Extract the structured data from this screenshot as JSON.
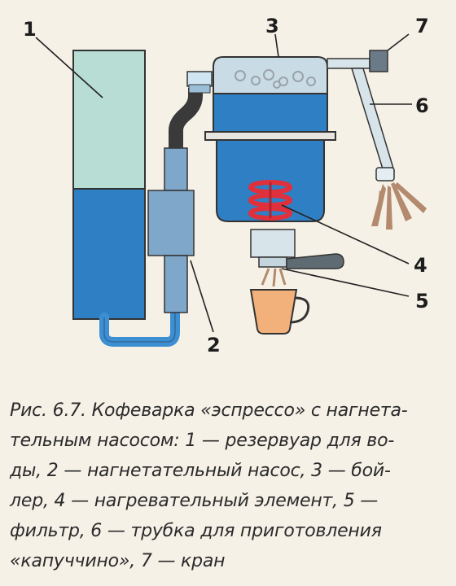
{
  "labels": {
    "n1": "1",
    "n2": "2",
    "n3": "3",
    "n4": "4",
    "n5": "5",
    "n6": "6",
    "n7": "7"
  },
  "caption": {
    "line1": "Рис. 6.7. Кофеварка «эспрессо» с нагнета-",
    "line2": "тельным насосом: 1 — резервуар для во-",
    "line3": "ды, 2 — нагнетательный насос, 3 — бой-",
    "line4": "лер, 4 — нагревательный элемент, 5 —",
    "line5": "фильтр, 6 — трубка для приготовления",
    "line6": "«капуччино», 7 — кран"
  },
  "colors": {
    "water": "#2f7fc4",
    "reservoir_empty": "#b7ddd4",
    "pump": "#7fa7c9",
    "heater": "#e0303b",
    "cup": "#f2b07a",
    "steam": "#b38a6e"
  }
}
